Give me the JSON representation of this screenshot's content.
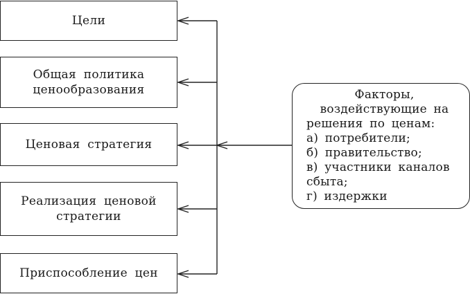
{
  "boxes": [
    {
      "label": "Цели"
    },
    {
      "label": "Общая политика\nценообразования"
    },
    {
      "label": "Ценовая стратегия"
    },
    {
      "label": "Реализация ценовой\nстратегии"
    },
    {
      "label": "Приспособление цен"
    }
  ],
  "factors": {
    "title_line1": "Факторы,",
    "title_line2": "воздействующие на",
    "title_line3": "решения по ценам:",
    "items": [
      "а) потребители;",
      "б) правительство;",
      "в) участники каналов",
      "сбыта;",
      "г) издержки"
    ]
  }
}
